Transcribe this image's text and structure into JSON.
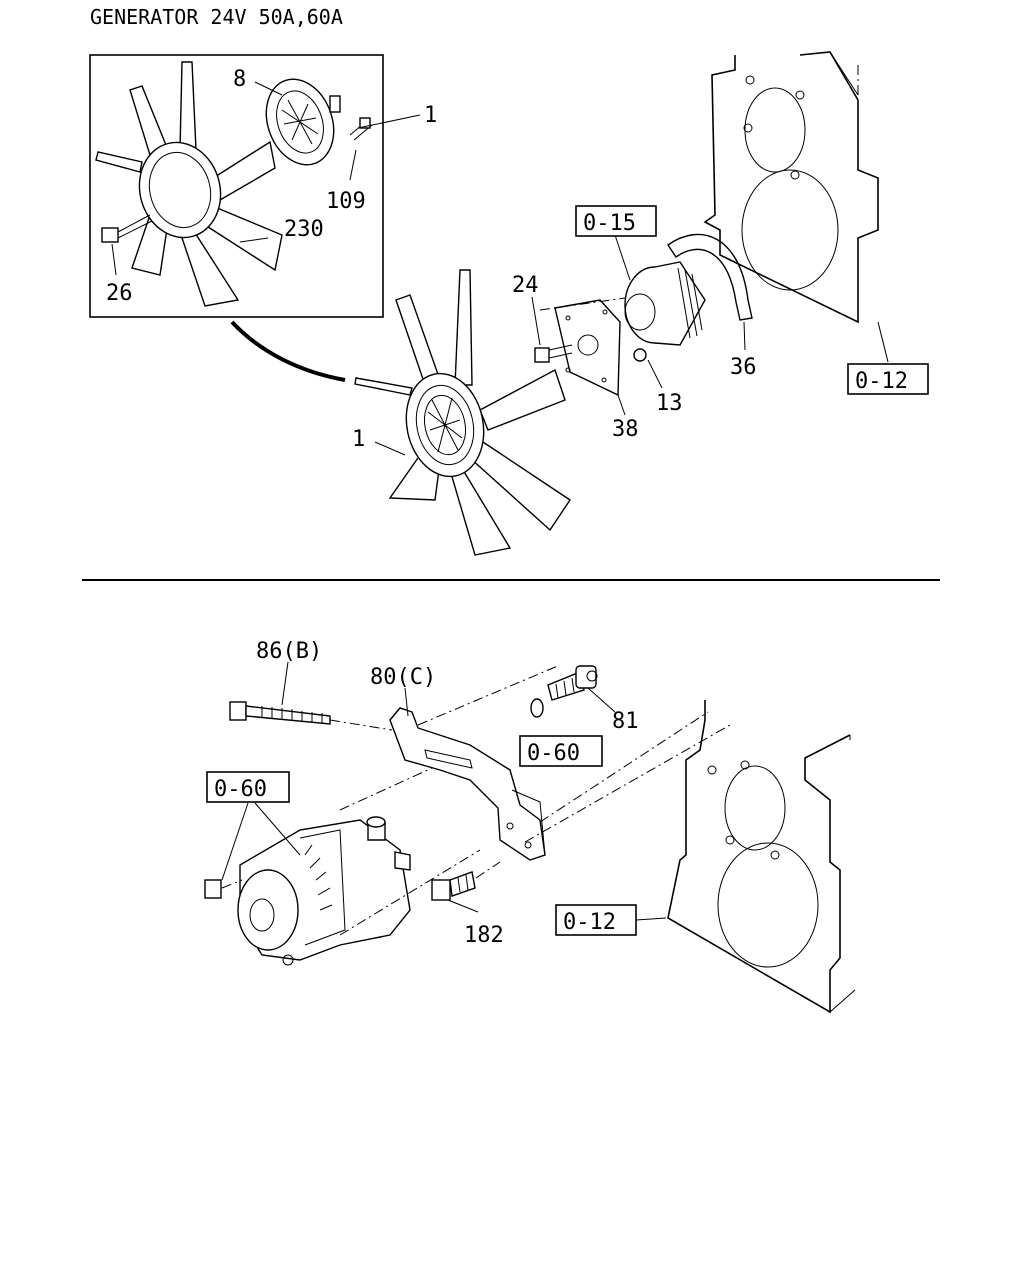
{
  "title": "GENERATOR 24V 50A,60A",
  "refs": {
    "r015": "0-15",
    "r012_top": "0-12",
    "r012_bottom": "0-12",
    "r060_left": "0-60",
    "r060_right": "0-60"
  },
  "callouts": {
    "c8": "8",
    "c1_inset": "1",
    "c109": "109",
    "c230": "230",
    "c26": "26",
    "c24": "24",
    "c13": "13",
    "c38": "38",
    "c36": "36",
    "c1_main": "1",
    "c86b": "86(B)",
    "c80c": "80(C)",
    "c81": "81",
    "c182": "182"
  }
}
